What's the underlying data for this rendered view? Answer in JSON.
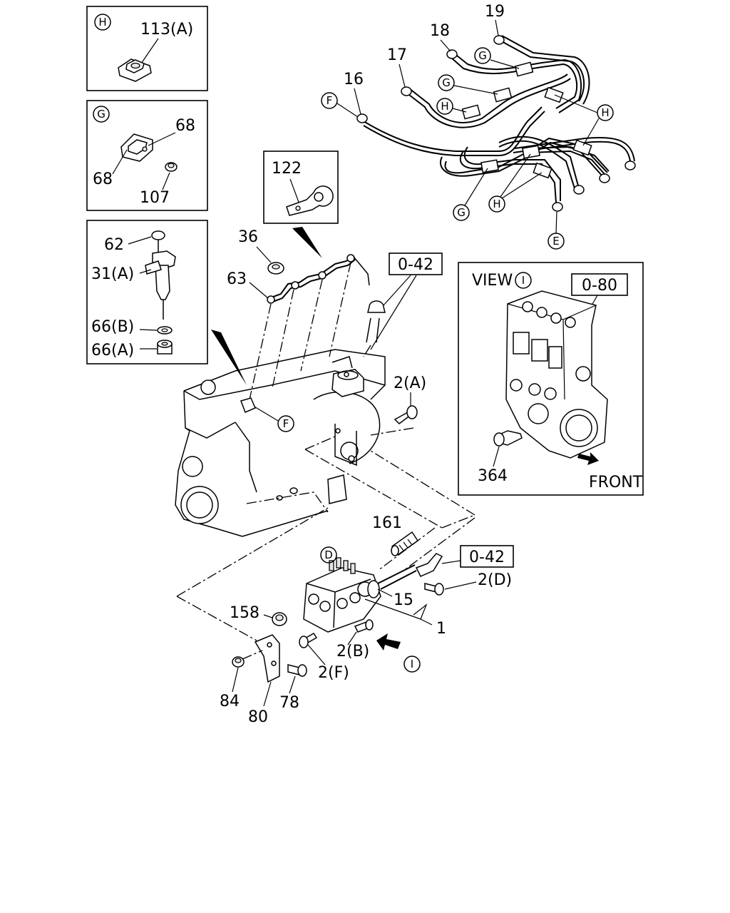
{
  "insets": {
    "H": {
      "circle": "H",
      "labels": [
        "113(A)"
      ]
    },
    "G": {
      "circle": "G",
      "labels": [
        "68",
        "68",
        "107"
      ]
    },
    "injector": {
      "labels": [
        "62",
        "31(A)",
        "66(B)",
        "66(A)"
      ]
    },
    "clamp": {
      "labels": [
        "122"
      ]
    }
  },
  "view": {
    "title": "VIEW",
    "circle": "I",
    "ref": "0-80",
    "labels": [
      "364"
    ],
    "front": "FRONT"
  },
  "refs": [
    "0-42",
    "0-42"
  ],
  "circle_letters": {
    "pipes": [
      "F",
      "G",
      "G",
      "H",
      "H",
      "H",
      "G",
      "H",
      "E"
    ],
    "engine": [
      "F",
      "D",
      "I"
    ]
  },
  "callouts": {
    "pipes": [
      "19",
      "18",
      "17",
      "16"
    ],
    "return_line": [
      "36",
      "63"
    ],
    "engine": [
      "2(A)",
      "161",
      "2(D)",
      "15",
      "1",
      "158",
      "2(B)",
      "2(F)",
      "84",
      "78",
      "80"
    ]
  }
}
